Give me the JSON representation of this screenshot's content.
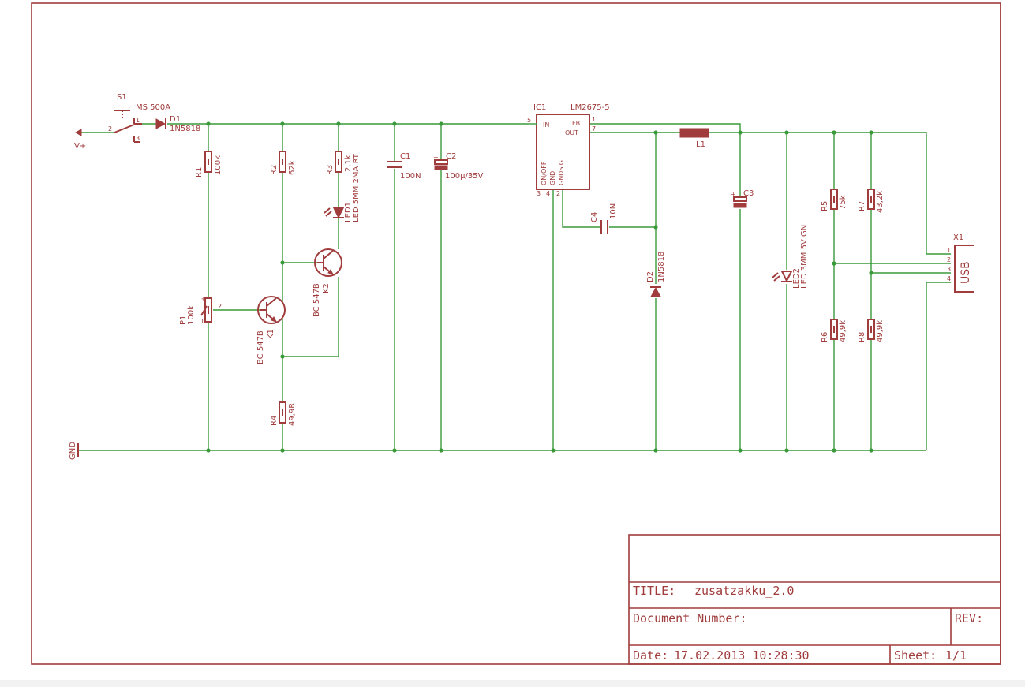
{
  "title_block": {
    "title_label": "TITLE:",
    "title_value": "zusatzakku_2.0",
    "document_label": "Document Number:",
    "rev_label": "REV:",
    "date_label": "Date:",
    "date_value": "17.02.2013 10:28:30",
    "sheet_label": "Sheet:",
    "sheet_value": "1/1"
  },
  "nets": {
    "vplus": "V+",
    "gnd": "GND"
  },
  "components": {
    "s1": {
      "ref": "S1",
      "value": "MS 500A",
      "pins": [
        "1",
        "2",
        "3"
      ]
    },
    "d1": {
      "ref": "D1",
      "value": "1N5818"
    },
    "r1": {
      "ref": "R1",
      "value": "100k"
    },
    "r2": {
      "ref": "R2",
      "value": "62k"
    },
    "r3": {
      "ref": "R3",
      "value": "2,1k"
    },
    "led1": {
      "ref": "LED1",
      "value": "LED 5MM 2MA RT"
    },
    "k2": {
      "ref": "K2",
      "value": "BC 547B"
    },
    "k1": {
      "ref": "K1",
      "value": "BC 547B"
    },
    "p1": {
      "ref": "P1",
      "value": "100k",
      "pins": [
        "3",
        "2",
        "1"
      ]
    },
    "r4": {
      "ref": "R4",
      "value": "49,9R"
    },
    "c1": {
      "ref": "C1",
      "value": "100N"
    },
    "c2": {
      "ref": "C2",
      "value": "100µ/35V"
    },
    "ic1": {
      "ref": "IC1",
      "value": "LM2675-5",
      "pin_in": "IN",
      "pin_fb": "FB",
      "pin_out": "OUT",
      "pin_onoff": "ON/OFF",
      "pin_gnd": "GND",
      "pin_gndsig": "GNDSIG",
      "pins": [
        "5",
        "1",
        "7",
        "3",
        "4",
        "2"
      ]
    },
    "c4": {
      "ref": "C4",
      "value": "10N"
    },
    "d2": {
      "ref": "D2",
      "value": "1N5818"
    },
    "l1": {
      "ref": "L1"
    },
    "c3": {
      "ref": "C3"
    },
    "led2": {
      "ref": "LED2",
      "value": "LED 3MM 5V GN"
    },
    "r5": {
      "ref": "R5",
      "value": "75k"
    },
    "r6": {
      "ref": "R6",
      "value": "49,9k"
    },
    "r7": {
      "ref": "R7",
      "value": "43,2k"
    },
    "r8": {
      "ref": "R8",
      "value": "49,9k"
    },
    "x1": {
      "ref": "X1",
      "value": "USB",
      "pins": [
        "1",
        "2",
        "3",
        "4"
      ]
    }
  },
  "colors": {
    "wire": "#3a9a3a",
    "part": "#a03c3c",
    "background": "#ffffff"
  }
}
